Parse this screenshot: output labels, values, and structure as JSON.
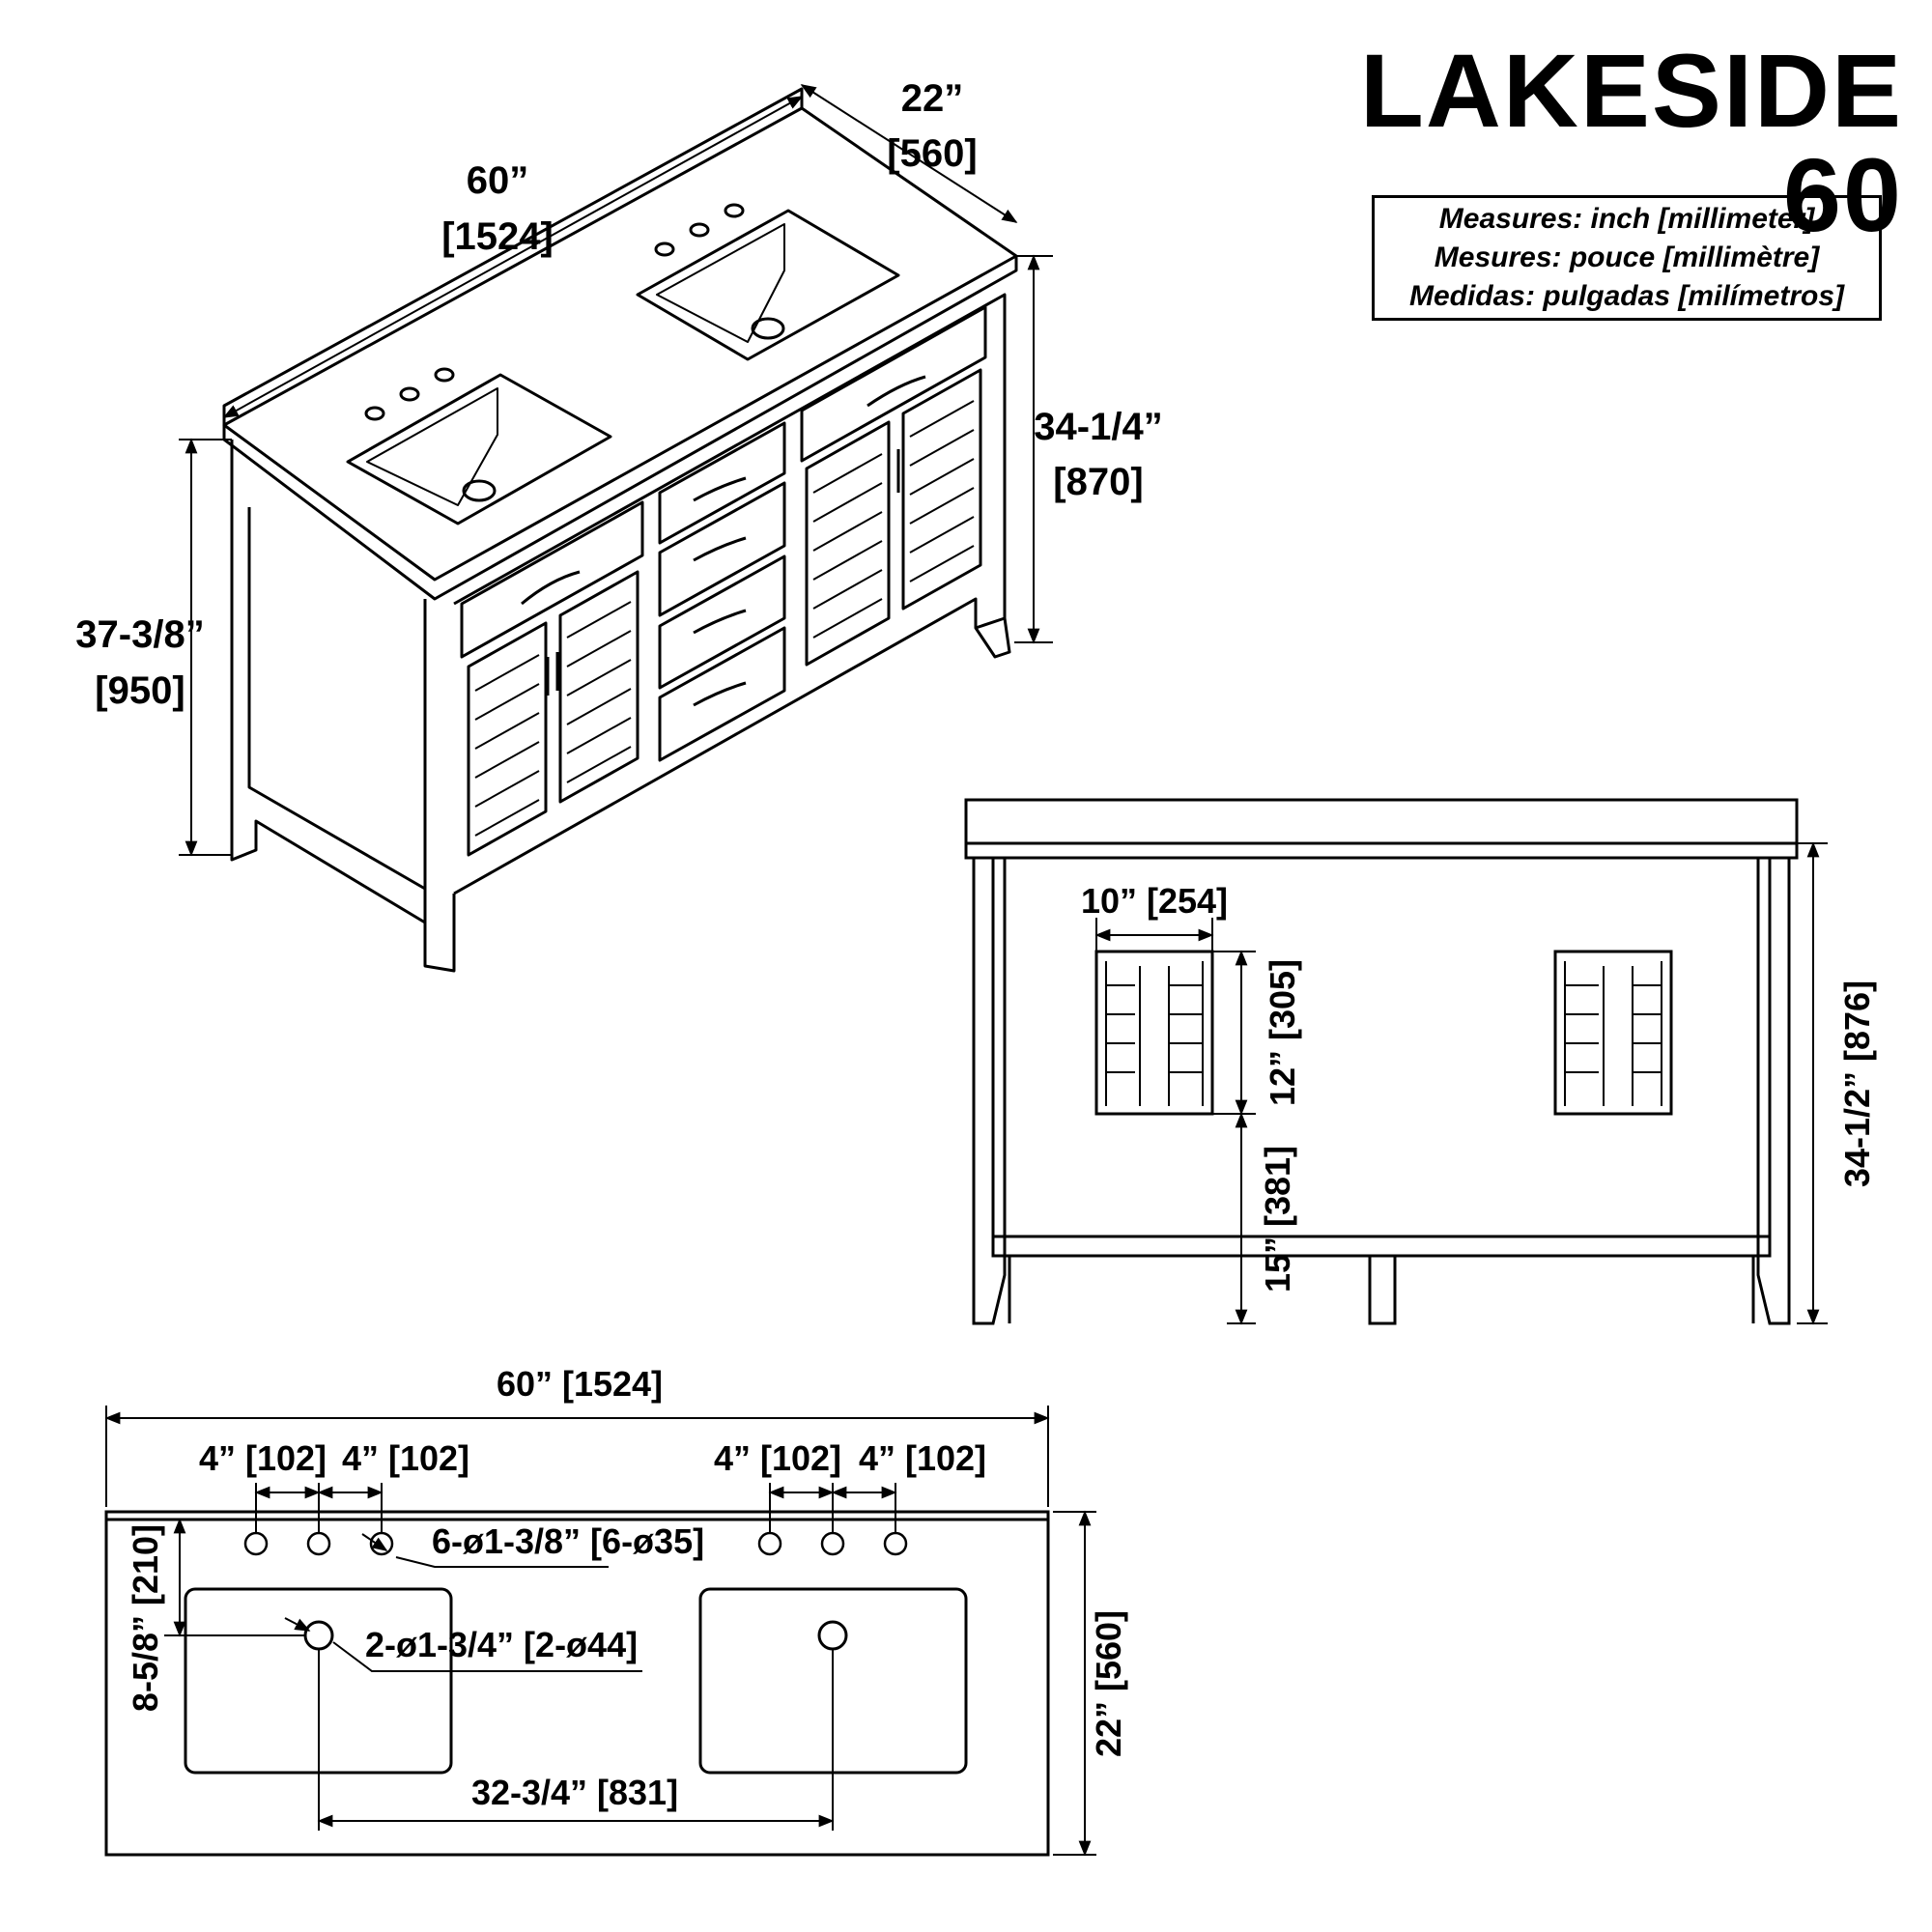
{
  "title": "LAKESIDE 60",
  "legend": [
    "Measures: inch [millimeter]",
    "Mesures: pouce [millimètre]",
    "Medidas: pulgadas [milímetros]"
  ],
  "iso_view": {
    "width_in": "60”",
    "width_mm": "[1524]",
    "depth_in": "22”",
    "depth_mm": "[560]",
    "counter_height_in": "34-1/4”",
    "counter_height_mm": "[870]",
    "total_height_in": "37-3/8”",
    "total_height_mm": "[950]"
  },
  "back_view": {
    "cutout_width": "10” [254]",
    "cutout_height": "12” [305]",
    "cutout_from_floor": "15” [381]",
    "height": "34-1/2” [876]"
  },
  "top_view": {
    "overall_width": "60” [1524]",
    "left_spacing_1": "4” [102]",
    "left_spacing_2": "4” [102]",
    "right_spacing_1": "4” [102]",
    "right_spacing_2": "4” [102]",
    "faucet_holes": "6-ø1-3/8” [6-ø35]",
    "drain_holes": "2-ø1-3/4” [2-ø44]",
    "drain_offset": "8-5/8” [210]",
    "drain_spacing": "32-3/4” [831]",
    "depth": "22” [560]"
  }
}
